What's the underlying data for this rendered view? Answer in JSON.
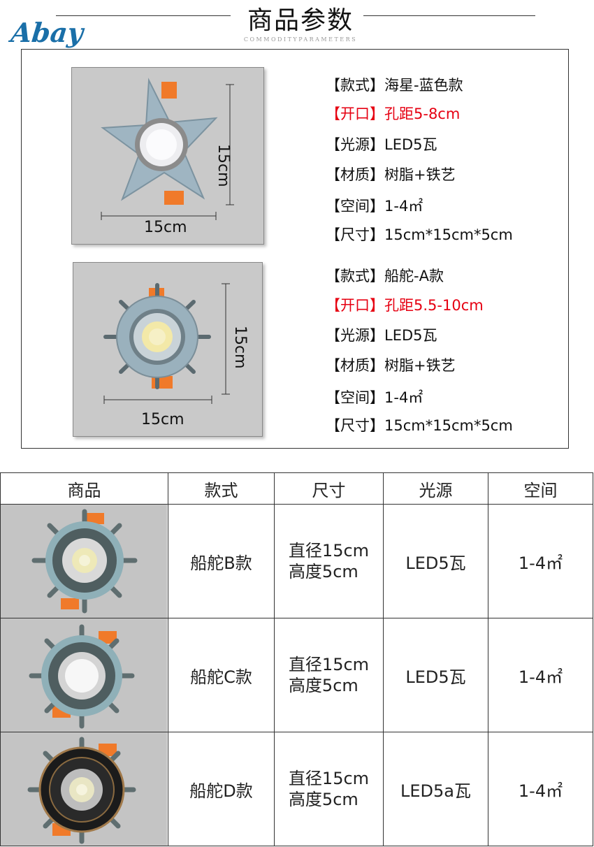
{
  "header": {
    "title": "商品参数",
    "subtitle": "COMMODITYPARAMETERS",
    "logo": "Abay"
  },
  "dimensions": {
    "width_label": "15cm",
    "height_label": "15cm"
  },
  "products": [
    {
      "rows": [
        {
          "key": "【款式】",
          "value": "海星-蓝色款",
          "highlight": false
        },
        {
          "key": "【开口】",
          "value": "孔距5-8cm",
          "highlight": true
        },
        {
          "key": "【光源】",
          "value": "LED5瓦",
          "highlight": false
        },
        {
          "key": "【材质】",
          "value": "树脂+铁艺",
          "highlight": false
        },
        {
          "key": "【空间】",
          "value": "1-4㎡",
          "highlight": false
        },
        {
          "key": "【尺寸】",
          "value": "15cm*15cm*5cm",
          "highlight": false
        }
      ]
    },
    {
      "rows": [
        {
          "key": "【款式】",
          "value": "船舵-A款",
          "highlight": false
        },
        {
          "key": "【开口】",
          "value": "孔距5.5-10cm",
          "highlight": true
        },
        {
          "key": "【光源】",
          "value": "LED5瓦",
          "highlight": false
        },
        {
          "key": "【材质】",
          "value": "树脂+铁艺",
          "highlight": false
        },
        {
          "key": "【空间】",
          "value": "1-4㎡",
          "highlight": false
        },
        {
          "key": "【尺寸】",
          "value": "15cm*15cm*5cm",
          "highlight": false
        }
      ]
    }
  ],
  "table": {
    "headers": [
      "商品",
      "款式",
      "尺寸",
      "光源",
      "空间"
    ],
    "rows": [
      {
        "style": "船舵B款",
        "size_line1": "直径15cm",
        "size_line2": "高度5cm",
        "light": "LED5瓦",
        "space": "1-4㎡"
      },
      {
        "style": "船舵C款",
        "size_line1": "直径15cm",
        "size_line2": "高度5cm",
        "light": "LED5瓦",
        "space": "1-4㎡"
      },
      {
        "style": "船舵D款",
        "size_line1": "直径15cm",
        "size_line2": "高度5cm",
        "light": "LED5a瓦",
        "space": "1-4㎡"
      }
    ]
  },
  "colors": {
    "accent_red": "#e60012",
    "logo_blue": "#1a6fa8"
  }
}
